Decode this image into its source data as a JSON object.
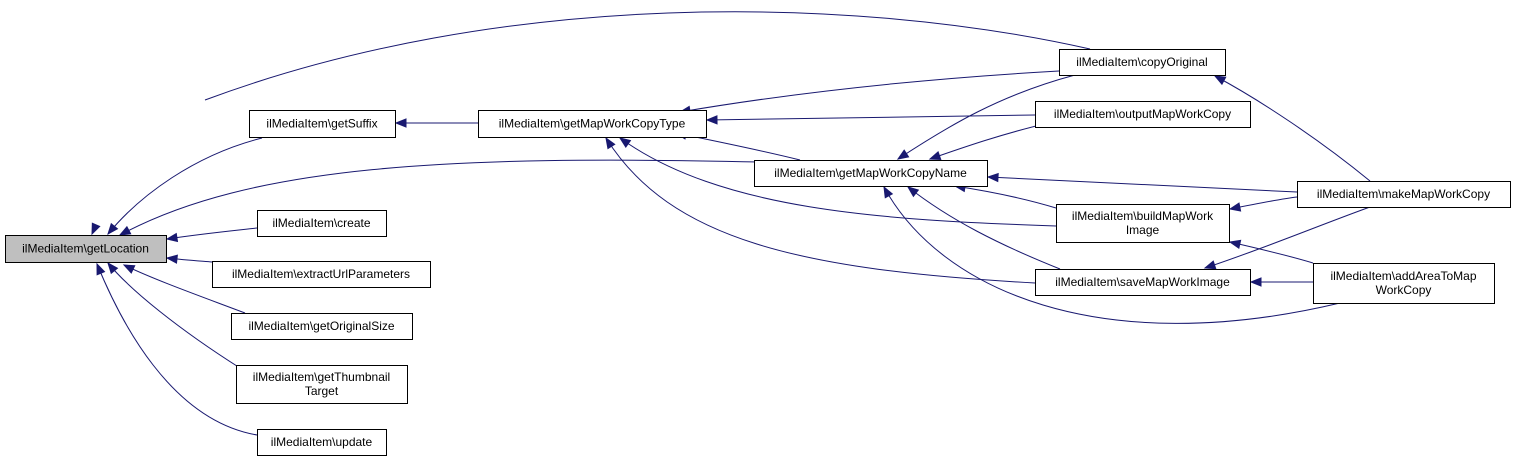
{
  "graph": {
    "edge_color": "#191970",
    "root_fill": "#bfbfbf",
    "nodes": {
      "getLocation": {
        "lines": [
          "ilMediaItem\\getLocation"
        ]
      },
      "getSuffix": {
        "lines": [
          "ilMediaItem\\getSuffix"
        ]
      },
      "create": {
        "lines": [
          "ilMediaItem\\create"
        ]
      },
      "extractUrlParameters": {
        "lines": [
          "ilMediaItem\\extractUrlParameters"
        ]
      },
      "getOriginalSize": {
        "lines": [
          "ilMediaItem\\getOriginalSize"
        ]
      },
      "getThumbnailTarget": {
        "lines": [
          "ilMediaItem\\getThumbnail",
          "Target"
        ]
      },
      "update": {
        "lines": [
          "ilMediaItem\\update"
        ]
      },
      "getMapWorkCopyType": {
        "lines": [
          "ilMediaItem\\getMapWorkCopyType"
        ]
      },
      "getMapWorkCopyName": {
        "lines": [
          "ilMediaItem\\getMapWorkCopyName"
        ]
      },
      "copyOriginal": {
        "lines": [
          "ilMediaItem\\copyOriginal"
        ]
      },
      "outputMapWorkCopy": {
        "lines": [
          "ilMediaItem\\outputMapWorkCopy"
        ]
      },
      "buildMapWorkImage": {
        "lines": [
          "ilMediaItem\\buildMapWork",
          "Image"
        ]
      },
      "saveMapWorkImage": {
        "lines": [
          "ilMediaItem\\saveMapWorkImage"
        ]
      },
      "makeMapWorkCopy": {
        "lines": [
          "ilMediaItem\\makeMapWorkCopy"
        ]
      },
      "addAreaToMapWorkCopy": {
        "lines": [
          "ilMediaItem\\addAreaToMap",
          "WorkCopy"
        ]
      }
    },
    "edges": [
      [
        "getSuffix",
        "getLocation"
      ],
      [
        "create",
        "getLocation"
      ],
      [
        "extractUrlParameters",
        "getLocation"
      ],
      [
        "getOriginalSize",
        "getLocation"
      ],
      [
        "getThumbnailTarget",
        "getLocation"
      ],
      [
        "update",
        "getLocation"
      ],
      [
        "copyOriginal",
        "getLocation"
      ],
      [
        "getMapWorkCopyName",
        "getLocation"
      ],
      [
        "getMapWorkCopyType",
        "getSuffix"
      ],
      [
        "copyOriginal",
        "getMapWorkCopyType"
      ],
      [
        "outputMapWorkCopy",
        "getMapWorkCopyType"
      ],
      [
        "getMapWorkCopyName",
        "getMapWorkCopyType"
      ],
      [
        "buildMapWorkImage",
        "getMapWorkCopyType"
      ],
      [
        "saveMapWorkImage",
        "getMapWorkCopyType"
      ],
      [
        "copyOriginal",
        "getMapWorkCopyName"
      ],
      [
        "outputMapWorkCopy",
        "getMapWorkCopyName"
      ],
      [
        "buildMapWorkImage",
        "getMapWorkCopyName"
      ],
      [
        "saveMapWorkImage",
        "getMapWorkCopyName"
      ],
      [
        "makeMapWorkCopy",
        "getMapWorkCopyName"
      ],
      [
        "addAreaToMapWorkCopy",
        "getMapWorkCopyName"
      ],
      [
        "makeMapWorkCopy",
        "copyOriginal"
      ],
      [
        "makeMapWorkCopy",
        "buildMapWorkImage"
      ],
      [
        "makeMapWorkCopy",
        "saveMapWorkImage"
      ],
      [
        "addAreaToMapWorkCopy",
        "buildMapWorkImage"
      ],
      [
        "addAreaToMapWorkCopy",
        "saveMapWorkImage"
      ]
    ]
  }
}
